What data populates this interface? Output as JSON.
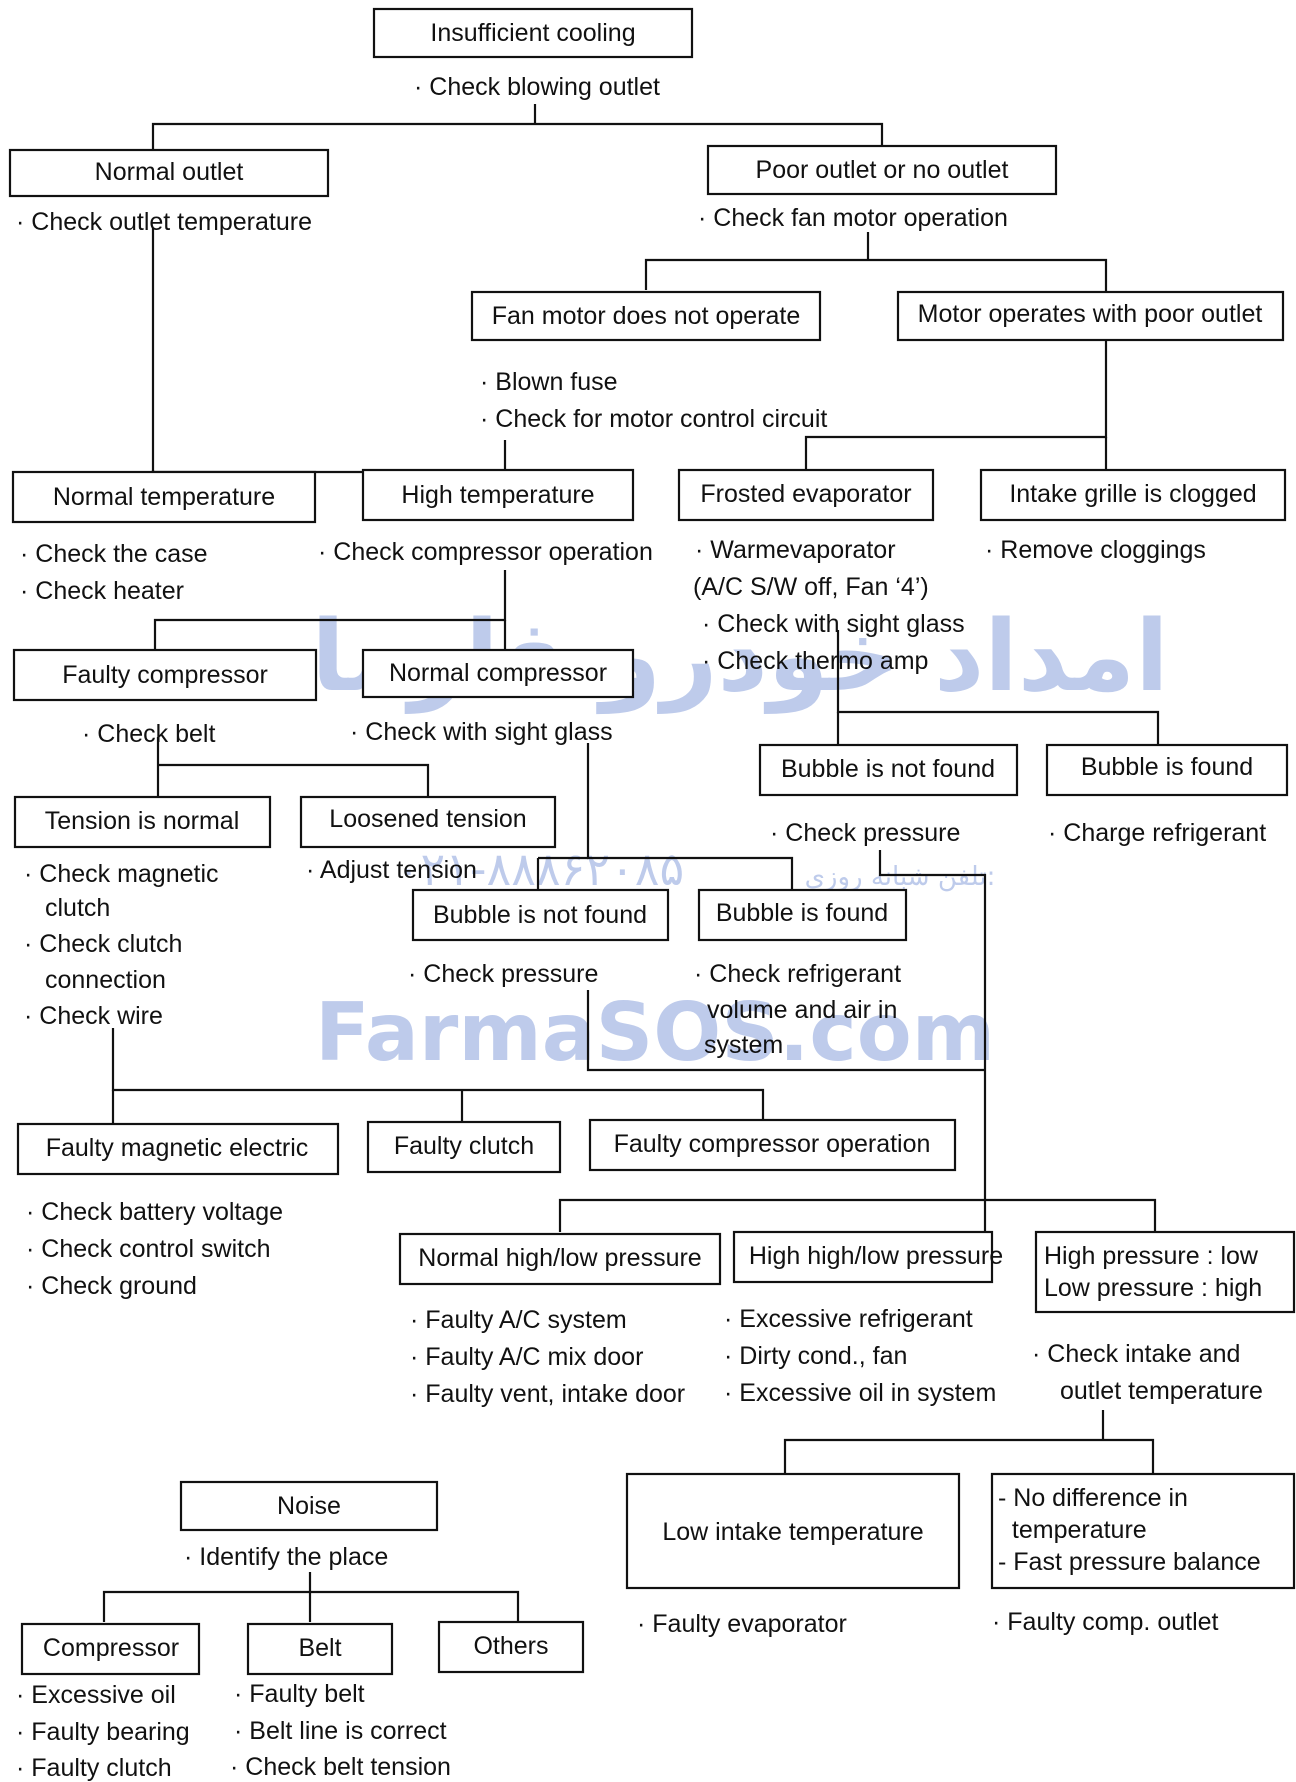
{
  "watermark": {
    "site": "FarmaSOS.com",
    "persian_title": "امداد خودرو فارما",
    "phone_label": "تلفن شبانه روزی:",
    "phone": "۰۲۱-۸۸۸۶۲۰۸۵",
    "color": "#8aa2dc"
  },
  "nodes": {
    "insufficient_cooling": "Insufficient cooling",
    "normal_outlet": "Normal outlet",
    "poor_outlet": "Poor outlet or no outlet",
    "fan_motor_not_operate": "Fan motor does not operate",
    "motor_poor_outlet": "Motor operates with poor outlet",
    "normal_temperature": "Normal temperature",
    "high_temperature": "High temperature",
    "frosted_evaporator": "Frosted evaporator",
    "intake_grille_clogged": "Intake grille is clogged",
    "faulty_compressor": "Faulty compressor",
    "normal_compressor": "Normal compressor",
    "bubble_not_found_right": "Bubble is not found",
    "bubble_found_right": "Bubble is found",
    "tension_normal": "Tension is normal",
    "loosened_tension": "Loosened tension",
    "bubble_not_found_mid": "Bubble is not found",
    "bubble_found_mid": "Bubble is found",
    "faulty_magnetic_electric": "Faulty magnetic electric",
    "faulty_clutch": "Faulty clutch",
    "faulty_compressor_operation": "Faulty compressor operation",
    "normal_high_low": "Normal high/low pressure",
    "high_high_low": "High high/low pressure",
    "high_low_mix": [
      "High pressure : low",
      "Low pressure : high"
    ],
    "low_intake_temperature": "Low intake temperature",
    "no_difference": [
      "- No difference in",
      "  temperature",
      "- Fast pressure balance"
    ],
    "noise": "Noise",
    "compressor": "Compressor",
    "belt": "Belt",
    "others": "Others"
  },
  "notes": {
    "check_blowing_outlet": "· Check blowing outlet",
    "check_outlet_temperature": "· Check outlet temperature",
    "check_fan_motor_operation": "· Check fan motor operation",
    "blown_fuse": "· Blown fuse",
    "check_motor_control_circuit": "· Check for motor control circuit",
    "check_the_case": "· Check the case",
    "check_heater": "· Check heater",
    "check_compressor_operation": "· Check compressor operation",
    "warm_evaporator": "· Warmevaporator",
    "ac_sw_off": "(A/C S/W off, Fan ‘4’)",
    "check_sight_glass_1": "· Check with sight glass",
    "check_thermo_amp": "· Check thermo amp",
    "remove_cloggings": "· Remove cloggings",
    "check_belt": "· Check belt",
    "check_sight_glass_2": "· Check with sight glass",
    "check_pressure_right": "· Check pressure",
    "charge_refrigerant": "· Charge refrigerant",
    "check_magnetic_clutch": [
      "· Check magnetic",
      "clutch"
    ],
    "check_clutch_connection": [
      "· Check clutch",
      "connection"
    ],
    "check_wire": "· Check wire",
    "adjust_tension": "· Adjust tension",
    "check_pressure_mid": "· Check pressure",
    "check_refrigerant_volume": [
      "· Check refrigerant",
      "volume and air in",
      "system"
    ],
    "check_battery_voltage": "· Check battery voltage",
    "check_control_switch": "· Check control switch",
    "check_ground": "· Check ground",
    "faulty_ac_system": "· Faulty A/C system",
    "faulty_ac_mix_door": "· Faulty A/C mix door",
    "faulty_vent_intake_door": "· Faulty vent, intake door",
    "excessive_refrigerant": "· Excessive refrigerant",
    "dirty_cond_fan": "· Dirty cond., fan",
    "excessive_oil_in_system": "· Excessive oil in system",
    "check_intake_outlet_temp": [
      "· Check intake and",
      "outlet temperature"
    ],
    "faulty_evaporator": "· Faulty evaporator",
    "faulty_comp_outlet": "· Faulty comp. outlet",
    "identify_the_place": "· Identify the place",
    "excessive_oil": "· Excessive oil",
    "faulty_bearing": "· Faulty bearing",
    "faulty_clutch_noise": "· Faulty clutch",
    "faulty_belt": "· Faulty belt",
    "belt_line_correct": "· Belt line is correct",
    "check_belt_tension": "· Check belt tension"
  }
}
